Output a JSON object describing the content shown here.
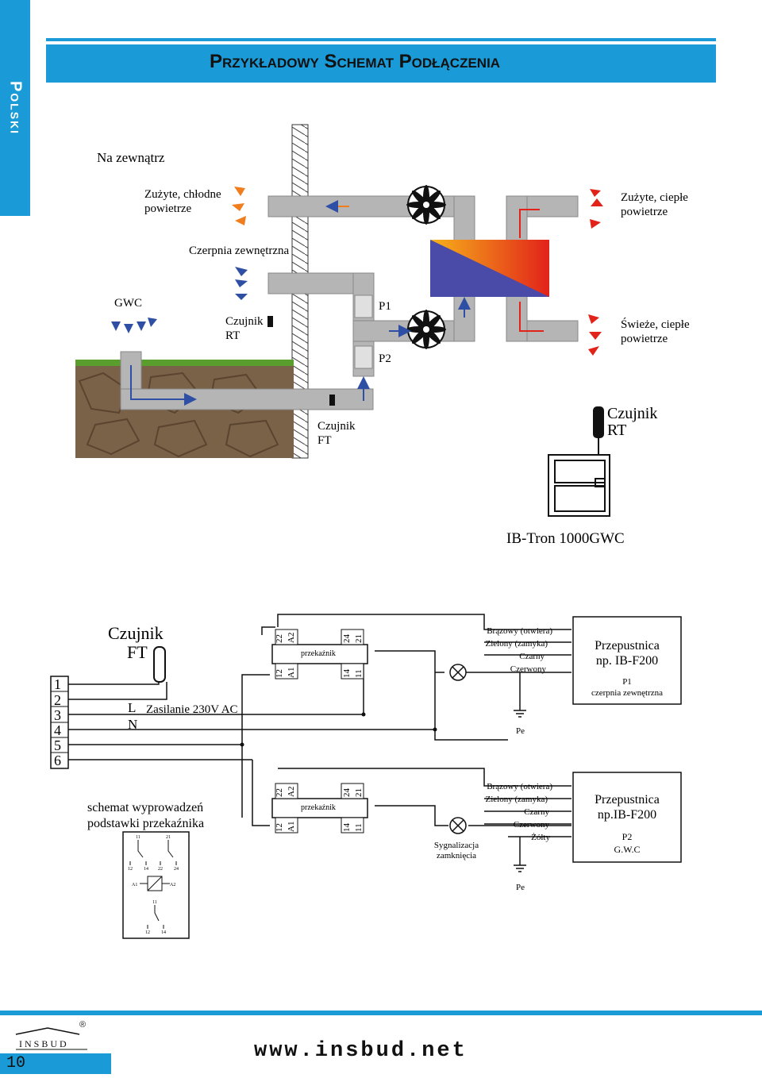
{
  "side_tab": "Polski",
  "title": "Przykładowy Schemat Podłączenia",
  "top_diagram": {
    "outside": "Na zewnątrz",
    "exhaust_cool": [
      "Zużyte, chłodne",
      "powietrze"
    ],
    "exhaust_warm": [
      "Zużyte, ciepłe",
      "powietrze"
    ],
    "intake": "Czerpnia zewnętrzna",
    "gwc": "GWC",
    "sensor_rt_left": [
      "Czujnik",
      "RT"
    ],
    "p1": "P1",
    "p2": "P2",
    "fresh_warm": [
      "Świeże, ciepłe",
      "powietrze"
    ],
    "sensor_ft": [
      "Czujnik",
      "FT"
    ],
    "sensor_rt_right": [
      "Czujnik",
      "RT"
    ],
    "controller": "IB-Tron 1000GWC"
  },
  "wiring": {
    "sensor_ft": [
      "Czujnik",
      "FT"
    ],
    "terminals": [
      "1",
      "2",
      "3",
      "4",
      "5",
      "6"
    ],
    "l": "L",
    "n": "N",
    "power": "Zasilanie 230V AC",
    "relay_label": "przekaźnik",
    "relay_top_pins": [
      "22",
      "A2",
      "24",
      "21"
    ],
    "relay_bottom_pins": [
      "12",
      "A1",
      "14",
      "11"
    ],
    "wires_1": [
      "Brązowy (otwiera)",
      "Zielony (zamyka)",
      "Czarny",
      "Czerwony"
    ],
    "damper_1": [
      "Przepustnica",
      "np. IB-F200"
    ],
    "damper_1_sub": [
      "P1",
      "czerpnia zewnętrzna"
    ],
    "pe": "Pe",
    "wires_2": [
      "Brązowy (otwiera)",
      "Zielony (zamyka)",
      "Czarny",
      "Czerwony",
      "Żółty"
    ],
    "damper_2": [
      "Przepustnica",
      "np.IB-F200"
    ],
    "damper_2_sub": [
      "P2",
      "G.W.C"
    ],
    "signal": [
      "Sygnalizacja",
      "zamknięcia"
    ],
    "base_scheme": [
      "schemat wyprowadzeń",
      "podstawki przekaźnika"
    ],
    "base_pins": [
      "11",
      "21",
      "12",
      "14",
      "22",
      "24",
      "A1",
      "A2",
      "11",
      "12",
      "14"
    ]
  },
  "footer": {
    "logo": "INSBUD",
    "logo_reg": "®",
    "url": "www.insbud.net",
    "page": "10"
  },
  "colors": {
    "accent": "#1a9ad6",
    "duct": "#b5b5b5",
    "soil": "#7a6248",
    "grass": "#5a9e2e",
    "arrow_blue": "#2e4fa3",
    "arrow_red": "#e2231a",
    "arrow_orange": "#f07d1e"
  }
}
